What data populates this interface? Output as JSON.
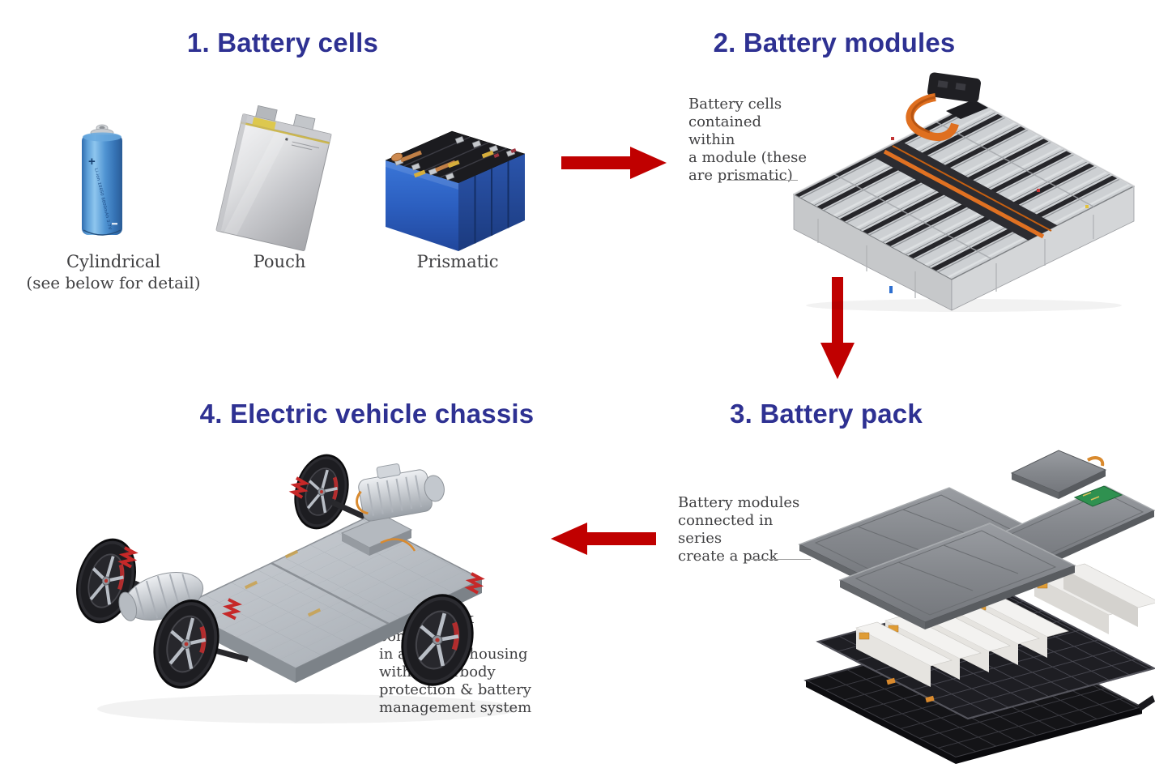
{
  "colors": {
    "title_blue": "#2e3192",
    "body_text": "#3f3f41",
    "arrow_red": "#c00000",
    "pointer_line": "#9e9e9e",
    "background": "#ffffff"
  },
  "sections": {
    "cells": {
      "title": "1. Battery cells",
      "items": [
        {
          "label": "Cylindrical",
          "sublabel": "(see below for detail)",
          "polarity_mark": "+",
          "print": "Li-ion 18650 8800mAh 3.7V"
        },
        {
          "label": "Pouch"
        },
        {
          "label": "Prismatic"
        }
      ]
    },
    "modules": {
      "title": "2. Battery modules",
      "annotation": "Battery cells\ncontained within\na module (these\nare prismatic)"
    },
    "pack": {
      "title": "3. Battery pack",
      "annotation": "Battery modules\nconnected in series\ncreate a pack"
    },
    "chassis": {
      "title": "4. Electric vehicle chassis",
      "annotation": "Battery pack contained\nin a battery housing\nwith underbody\nprotection & battery\nmanagement system"
    }
  }
}
